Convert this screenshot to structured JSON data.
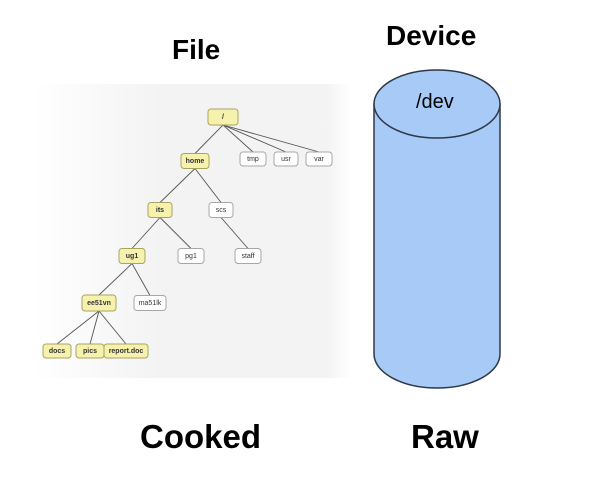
{
  "headings": {
    "file": "File",
    "device": "Device",
    "cooked": "Cooked",
    "raw": "Raw"
  },
  "device": {
    "label": "/dev",
    "fill_color": "#a7cbf6",
    "stroke_color": "#2e3848"
  },
  "tree": {
    "highlight_color": "#f6f2ae",
    "nodes": [
      {
        "id": "root",
        "label": "/",
        "highlight": true,
        "parent": null
      },
      {
        "id": "home",
        "label": "home",
        "highlight": true,
        "parent": "root"
      },
      {
        "id": "tmp",
        "label": "tmp",
        "highlight": false,
        "parent": "root"
      },
      {
        "id": "usr",
        "label": "usr",
        "highlight": false,
        "parent": "root"
      },
      {
        "id": "var",
        "label": "var",
        "highlight": false,
        "parent": "root"
      },
      {
        "id": "its",
        "label": "its",
        "highlight": true,
        "parent": "home"
      },
      {
        "id": "scs",
        "label": "scs",
        "highlight": false,
        "parent": "home"
      },
      {
        "id": "ug1",
        "label": "ug1",
        "highlight": true,
        "parent": "its"
      },
      {
        "id": "pg1",
        "label": "pg1",
        "highlight": false,
        "parent": "its"
      },
      {
        "id": "staff",
        "label": "staff",
        "highlight": false,
        "parent": "scs"
      },
      {
        "id": "ee51vn",
        "label": "ee51vn",
        "highlight": true,
        "parent": "ug1"
      },
      {
        "id": "ma51lk",
        "label": "ma51lk",
        "highlight": false,
        "parent": "ug1"
      },
      {
        "id": "docs",
        "label": "docs",
        "highlight": true,
        "parent": "ee51vn"
      },
      {
        "id": "pics",
        "label": "pics",
        "highlight": true,
        "parent": "ee51vn"
      },
      {
        "id": "report",
        "label": "report.doc",
        "highlight": true,
        "parent": "ee51vn"
      }
    ]
  }
}
